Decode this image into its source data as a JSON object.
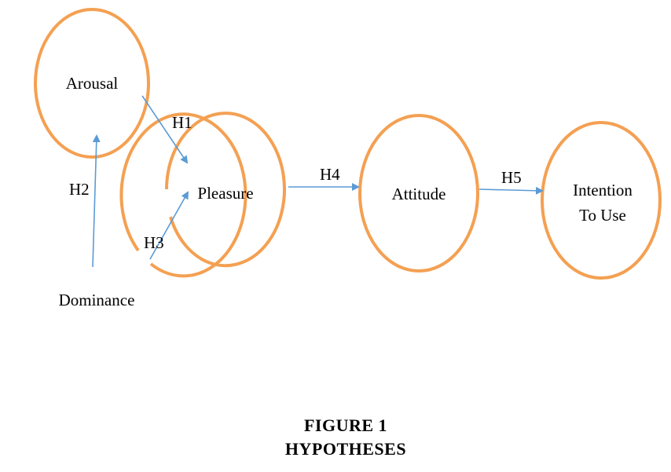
{
  "colors": {
    "node_stroke": "#f4a052",
    "arrow": "#5b9bd5",
    "text": "#000000"
  },
  "nodes": {
    "arousal": "Arousal",
    "pleasure": "Pleasure",
    "dominance": "Dominance",
    "attitude": "Attitude",
    "intention_line1": "Intention",
    "intention_line2": "To Use"
  },
  "edges": {
    "h1": "H1",
    "h2": "H2",
    "h3": "H3",
    "h4": "H4",
    "h5": "H5"
  },
  "caption": {
    "line1": "FIGURE 1",
    "line2": "HYPOTHESES"
  }
}
